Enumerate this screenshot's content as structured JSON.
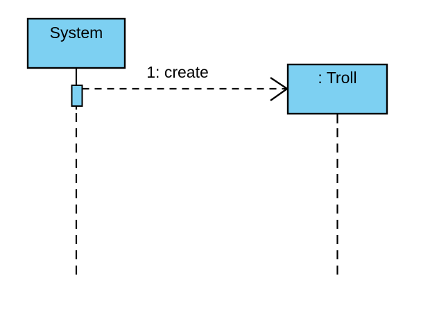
{
  "diagram": {
    "kind": "uml-sequence-diagram",
    "colors": {
      "object_fill": "#7DD0F2",
      "stroke": "#000000",
      "background": "#FFFFFF"
    },
    "objects": [
      {
        "id": "system",
        "label": "System"
      },
      {
        "id": "troll",
        "label": ": Troll"
      }
    ],
    "messages": [
      {
        "label": "1: create",
        "from": "System",
        "to": ": Troll",
        "line_style": "dashed",
        "arrowhead": "open"
      }
    ]
  }
}
